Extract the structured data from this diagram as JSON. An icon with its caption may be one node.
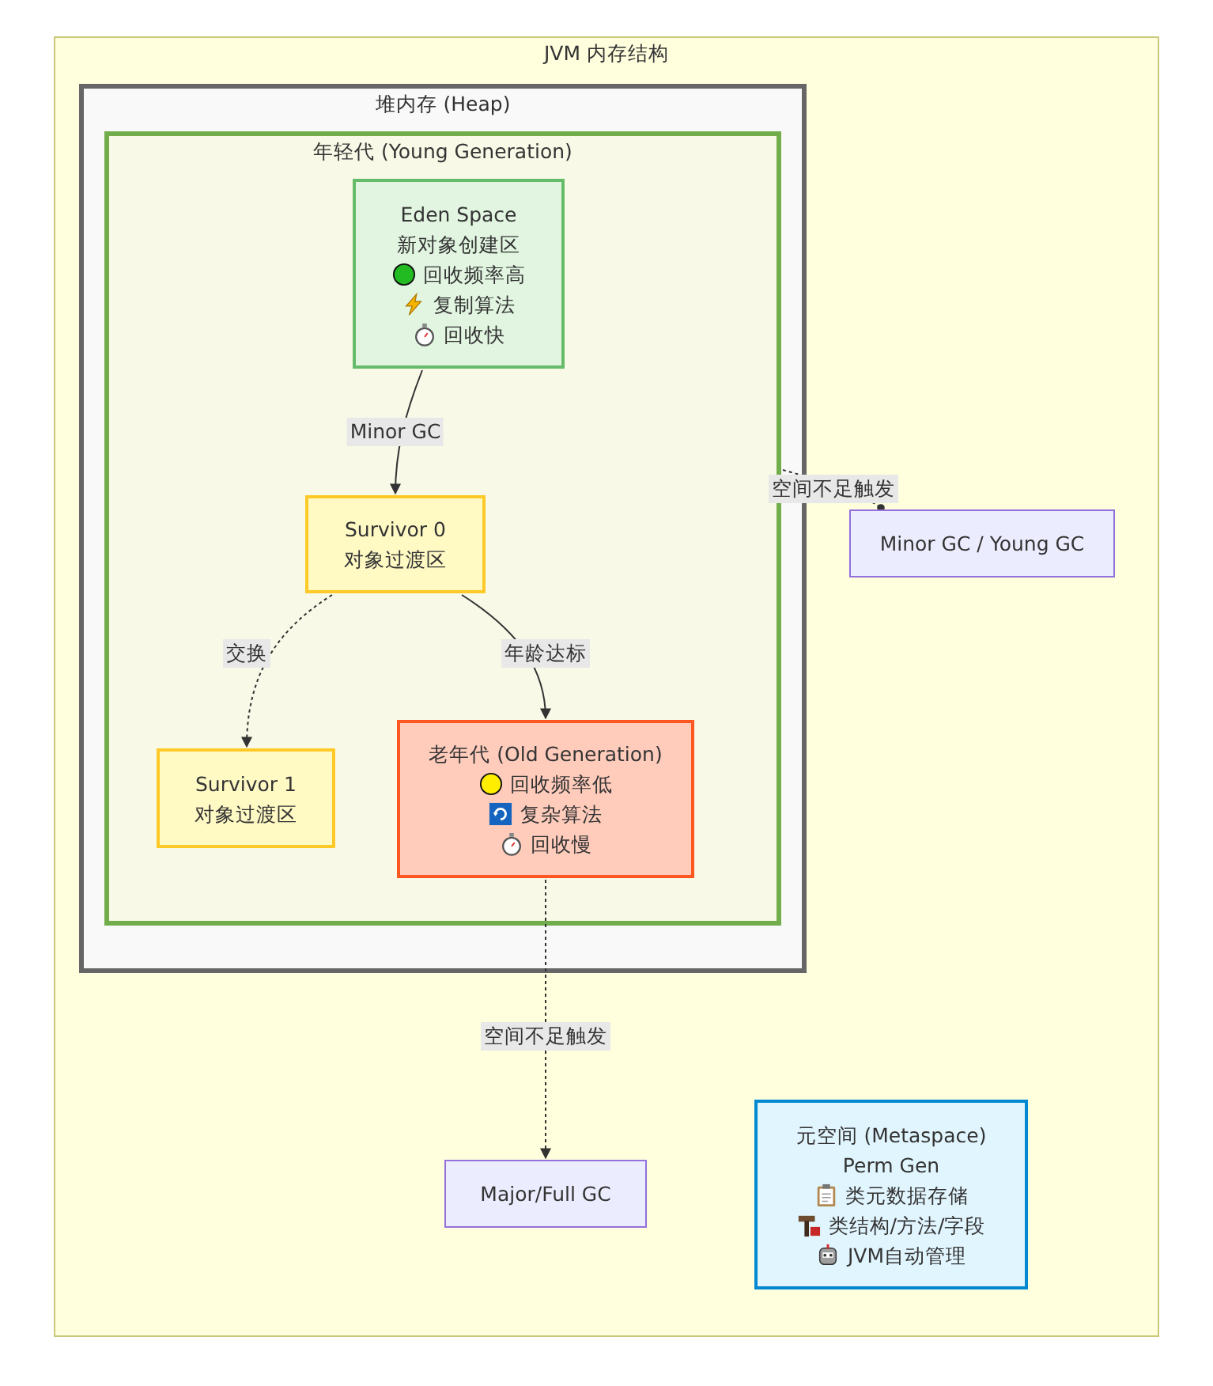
{
  "diagram": {
    "nodes": [
      {
        "text": [
          "JVM 内存结构"
        ]
      },
      {
        "text": [
          "堆内存 (Heap)"
        ],
        "in": 0
      },
      {
        "text": [
          "年轻代 (Young Generation)"
        ],
        "in": 1
      },
      {
        "text": [
          "Eden Space",
          "新对象创建区",
          "回收频率高",
          "复制算法",
          "回收快"
        ],
        "in": 2
      },
      {
        "text": [
          "Survivor 0",
          "对象过渡区"
        ],
        "in": 2
      },
      {
        "text": [
          "Survivor 1",
          "对象过渡区"
        ],
        "in": 2
      },
      {
        "text": [
          "老年代 (Old Generation)",
          "回收频率低",
          "复杂算法",
          "回收慢"
        ],
        "in": 2
      },
      {
        "text": [
          "Minor GC / Young GC"
        ],
        "in": 0
      },
      {
        "text": [
          "Major/Full GC"
        ],
        "in": 0
      },
      {
        "text": [
          "元空间 (Metaspace)",
          "Perm Gen",
          "类元数据存储",
          "类结构/方法/字段",
          "JVM自动管理"
        ],
        "in": 0
      }
    ],
    "edges": [
      {
        "from": 3,
        "to": 4,
        "arrow": "to",
        "label": "Minor GC"
      },
      {
        "from": 4,
        "to": 5,
        "arrow": "to",
        "label": "交换",
        "style": "dashed"
      },
      {
        "from": 4,
        "to": 6,
        "arrow": "to",
        "label": "年龄达标"
      },
      {
        "from": 2,
        "to": 7,
        "arrow": "other",
        "label": "空间不足触发",
        "style": "dashed"
      },
      {
        "from": 6,
        "to": 8,
        "arrow": "to",
        "label": "空间不足触发",
        "style": "dashed"
      }
    ]
  }
}
